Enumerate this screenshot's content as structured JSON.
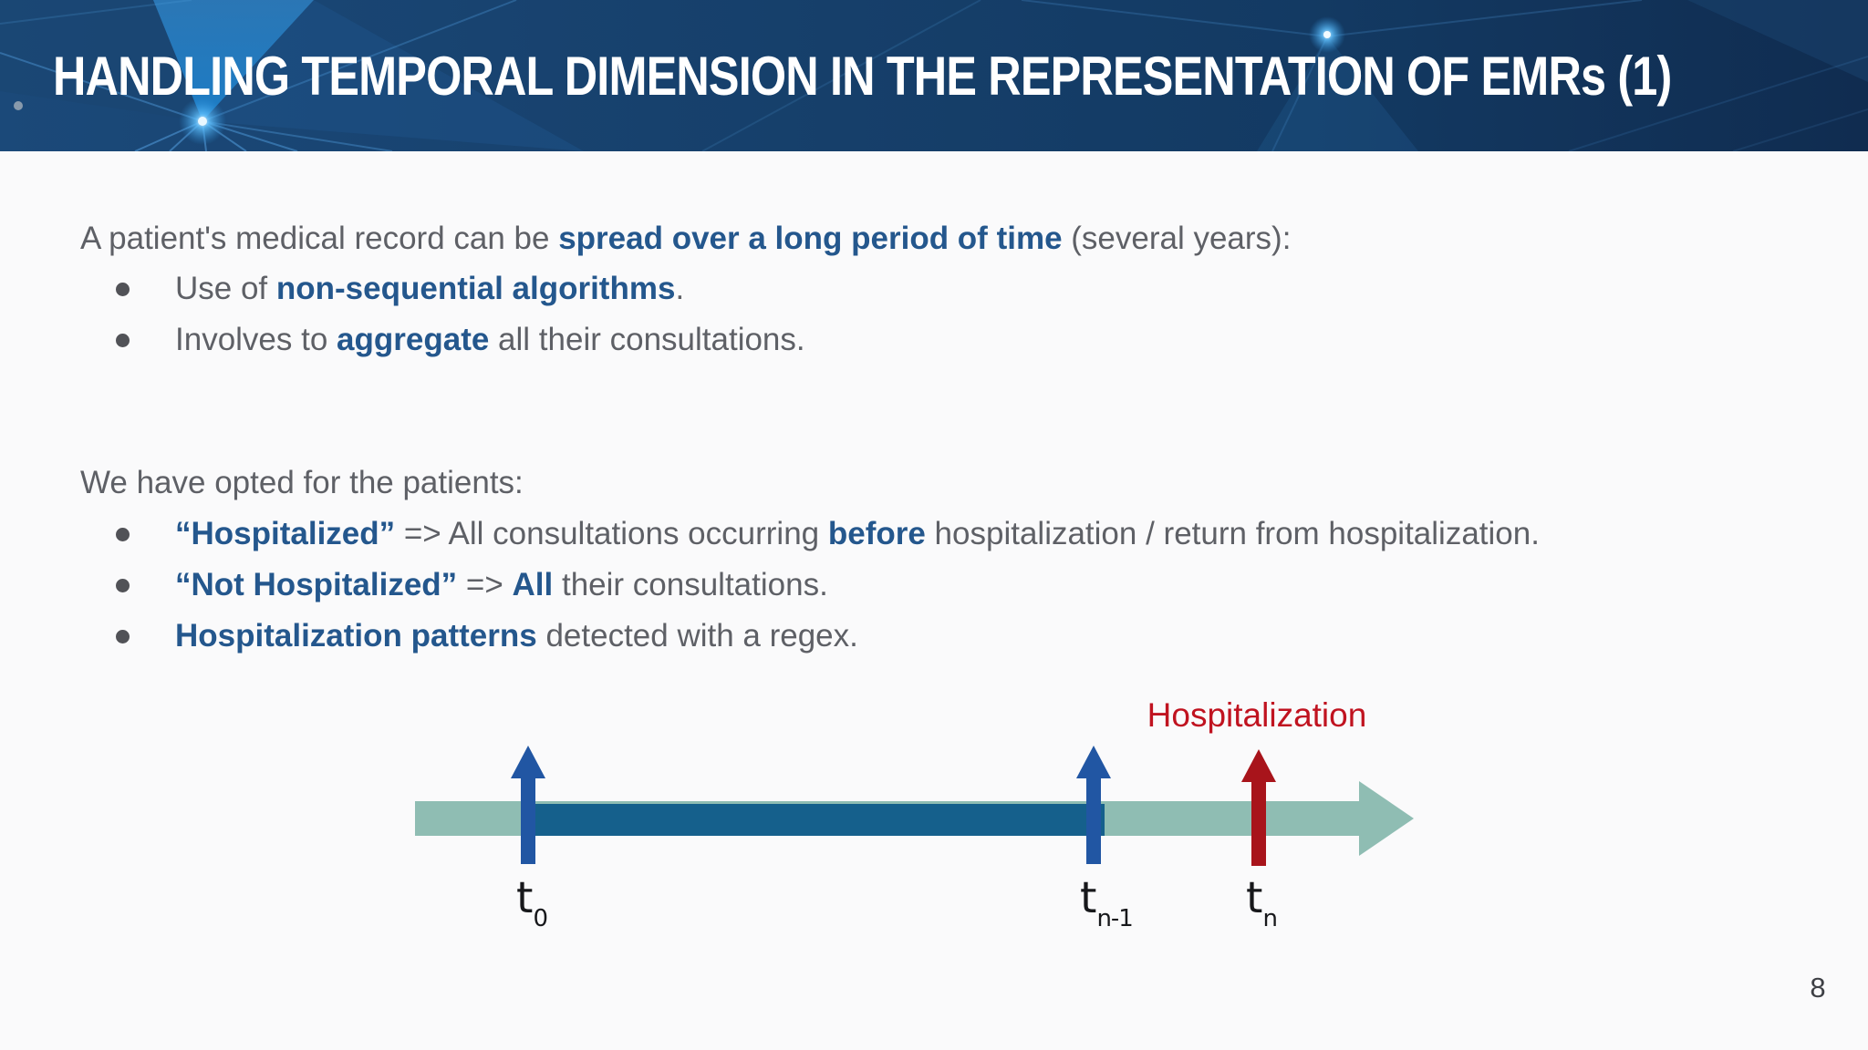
{
  "header": {
    "title": "HANDLING TEMPORAL DIMENSION IN THE REPRESENTATION OF EMRs (1)"
  },
  "content": {
    "block1": {
      "intro": {
        "r0": "A patient's medical record can be ",
        "r1": "spread over a long period of time",
        "r2": " (several years):"
      },
      "bullets": [
        {
          "r0": "Use of ",
          "r1": "non-sequential algorithms",
          "r2": "."
        },
        {
          "r0": "Involves to ",
          "r1": "aggregate",
          "r2": " all their consultations."
        }
      ]
    },
    "block2": {
      "heading": "We have opted for the patients:",
      "bullets": [
        {
          "r0": "“Hospitalized”",
          "r1": " => All consultations occurring ",
          "r2": "before",
          "r3": " hospitalization / return from hospitalization."
        },
        {
          "r0": "“Not Hospitalized”",
          "r1": " => ",
          "r2": "All",
          "r3": " their consultations."
        },
        {
          "r0": "Hospitalization patterns",
          "r1": " detected with a regex."
        }
      ]
    }
  },
  "diagram": {
    "hospitalization_label": "Hospitalization",
    "ticks": [
      {
        "base": "t",
        "sub": "0"
      },
      {
        "base": "t",
        "sub": "n-1"
      },
      {
        "base": "t",
        "sub": "n"
      }
    ]
  },
  "footer": {
    "page_number": "8"
  },
  "colors": {
    "accent_blue": "#24578D",
    "body_gray": "#5E6066",
    "header_navy": "#17416D",
    "timeline_teal": "#8FBDB3",
    "period_bar_blue": "#15608C",
    "event_arrow_blue": "#2156A3",
    "hospitalization_red": "#C01320"
  }
}
